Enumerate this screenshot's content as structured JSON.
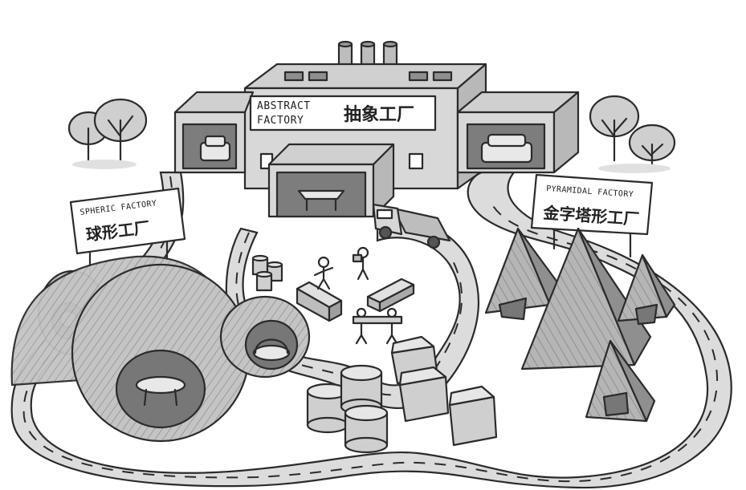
{
  "signs": {
    "abstract": {
      "en_line1": "ABSTRACT",
      "en_line2": "FACTORY",
      "zh": "抽象工厂"
    },
    "spheric": {
      "en": "SPHERIC FACTORY",
      "zh": "球形工厂"
    },
    "pyramidal": {
      "en": "PYRAMIDAL FACTORY",
      "zh": "金字塔形工厂"
    }
  },
  "colors": {
    "ink": "#2b2b2b",
    "fill_light": "#e6e6e6",
    "fill_mid": "#c8c8c8",
    "fill_dark": "#9a9a9a",
    "road": "#dcdcdc",
    "background": "#ffffff"
  }
}
